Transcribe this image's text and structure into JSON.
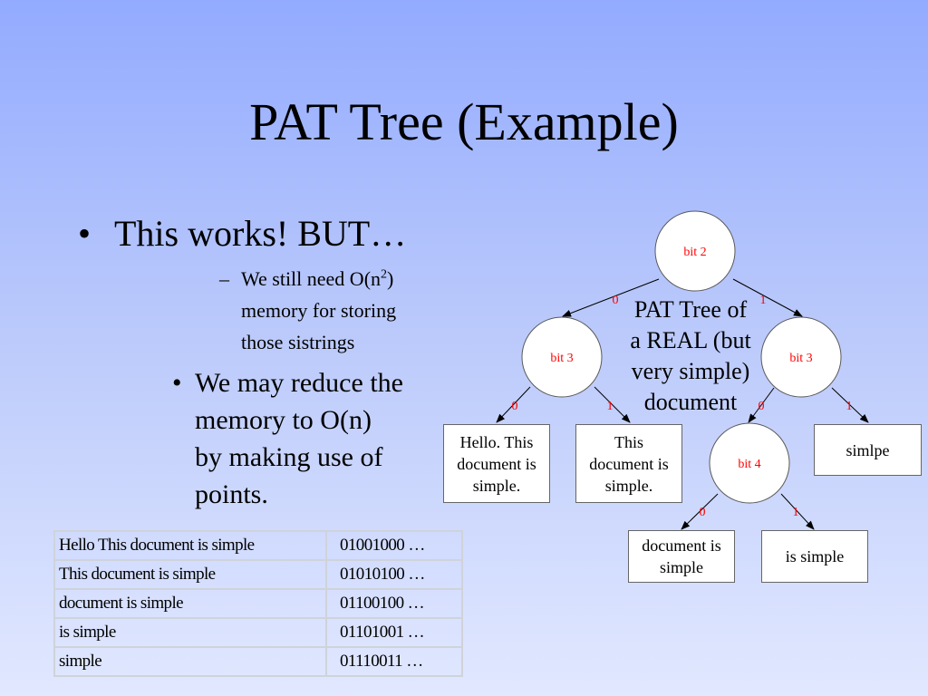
{
  "slide": {
    "title": "PAT Tree (Example)",
    "bullet1": "This works! BUT…",
    "sub_bullet": {
      "marker": "–",
      "text_before_sup": "We still need O(n",
      "superscript": "2",
      "text_after_sup": ")",
      "line2": "memory for storing",
      "line3": "those sistrings"
    },
    "bullet2": {
      "line1": "We may reduce the",
      "line2": "memory to O(n)",
      "line3": "by making use of",
      "line4": "points."
    },
    "bullet_marker": "•"
  },
  "sistring_table": [
    {
      "sistring": "Hello This document is simple",
      "bits": "01001000 …"
    },
    {
      "sistring": "This document is simple",
      "bits": "01010100 …"
    },
    {
      "sistring": "document is simple",
      "bits": "01100100 …"
    },
    {
      "sistring": "is simple",
      "bits": "01101001 …"
    },
    {
      "sistring": "simple",
      "bits": "01110011 …"
    }
  ],
  "tree": {
    "caption": {
      "line1": "PAT Tree of",
      "line2": "a REAL (but",
      "line3": "very simple)",
      "line4": "document"
    },
    "nodes": {
      "root": "bit 2",
      "left": "bit  3",
      "right": "bit  3",
      "rl": "bit  4"
    },
    "edge_labels": {
      "zero": "0",
      "one": "1"
    },
    "leaves": {
      "hello": {
        "line1": "Hello. This",
        "line2": "document is",
        "line3": "simple."
      },
      "this": {
        "line1": "This",
        "line2": "document is",
        "line3": "simple."
      },
      "simlpe": {
        "line1": "simlpe"
      },
      "document": {
        "line1": "document is",
        "line2": "simple"
      },
      "is_simple": {
        "line1": "is simple"
      }
    },
    "colors": {
      "node_text": "#ff0000",
      "edge_label": "#ff0000"
    }
  }
}
